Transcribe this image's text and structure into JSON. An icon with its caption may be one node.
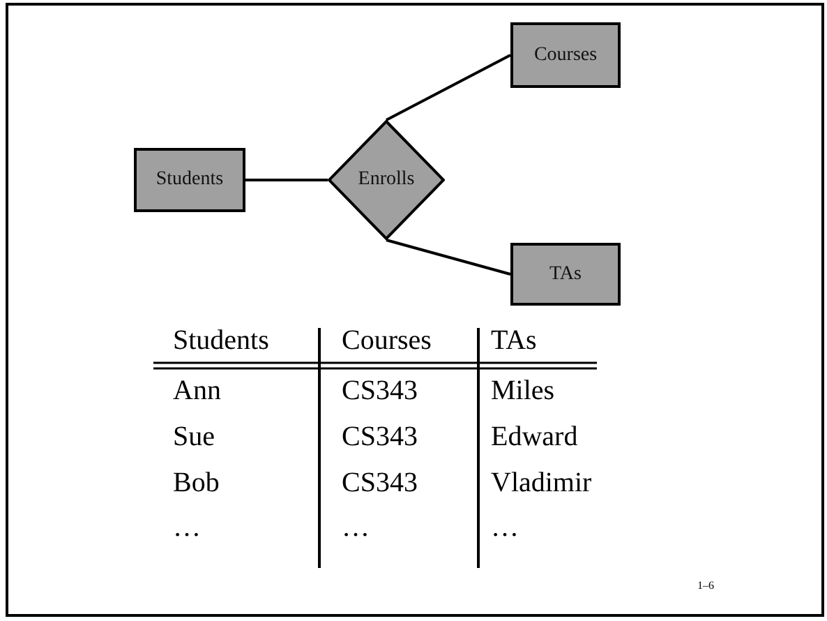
{
  "diagram": {
    "nodes": [
      {
        "text": [
          "Students"
        ]
      },
      {
        "text": [
          "Enrolls"
        ]
      },
      {
        "text": [
          "Courses"
        ]
      },
      {
        "text": [
          "TAs"
        ]
      }
    ],
    "edges": [
      {
        "from": 0,
        "to": 1,
        "arrow": "none"
      },
      {
        "from": 1,
        "to": 2,
        "arrow": "none"
      },
      {
        "from": 1,
        "to": 3,
        "arrow": "none"
      }
    ],
    "labels": [
      "Students",
      "Courses",
      "TAs",
      "Ann",
      "CS343",
      "Miles",
      "Sue",
      "CS343",
      "Edward",
      "Bob",
      "CS343",
      "Vladimir",
      "…",
      "…",
      "…",
      "1–6"
    ]
  }
}
